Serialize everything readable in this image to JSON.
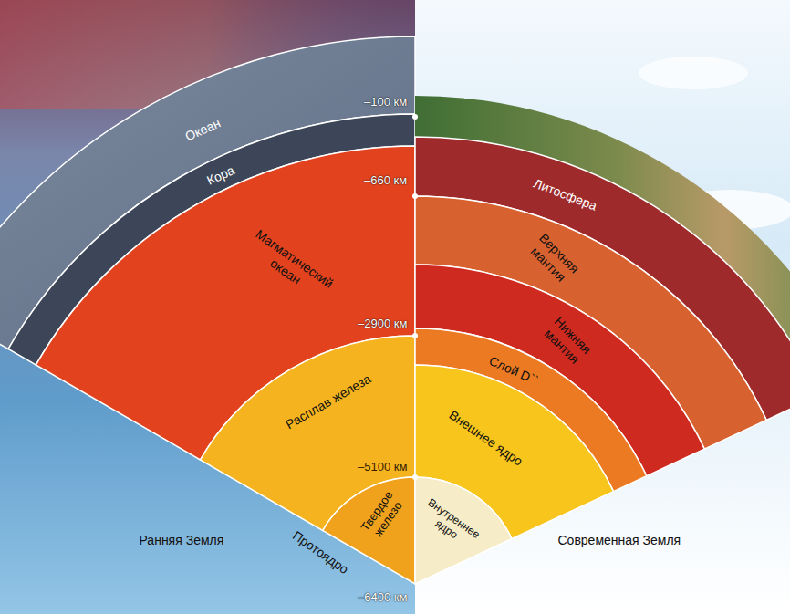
{
  "diagram": {
    "nodes": [
      {
        "text": [
          "Океан"
        ]
      },
      {
        "text": [
          "Кора"
        ]
      },
      {
        "text": [
          "Магматический океан"
        ]
      },
      {
        "text": [
          "Расплав железа"
        ]
      },
      {
        "text": [
          "Твердое железо"
        ]
      },
      {
        "text": [
          "Литосфера"
        ]
      },
      {
        "text": [
          "Верхняя мантия"
        ]
      },
      {
        "text": [
          "Нижняя мантия"
        ]
      },
      {
        "text": [
          "Слой D``"
        ]
      },
      {
        "text": [
          "Внешнее ядро"
        ]
      },
      {
        "text": [
          "Внутреннее ядро"
        ]
      }
    ],
    "labels": [
      "–100 км",
      "–660 км",
      "–2900 км",
      "–5100 км",
      "–6400 км",
      "Ранняя Земля",
      "Протоядро",
      "Современная Земля"
    ]
  }
}
